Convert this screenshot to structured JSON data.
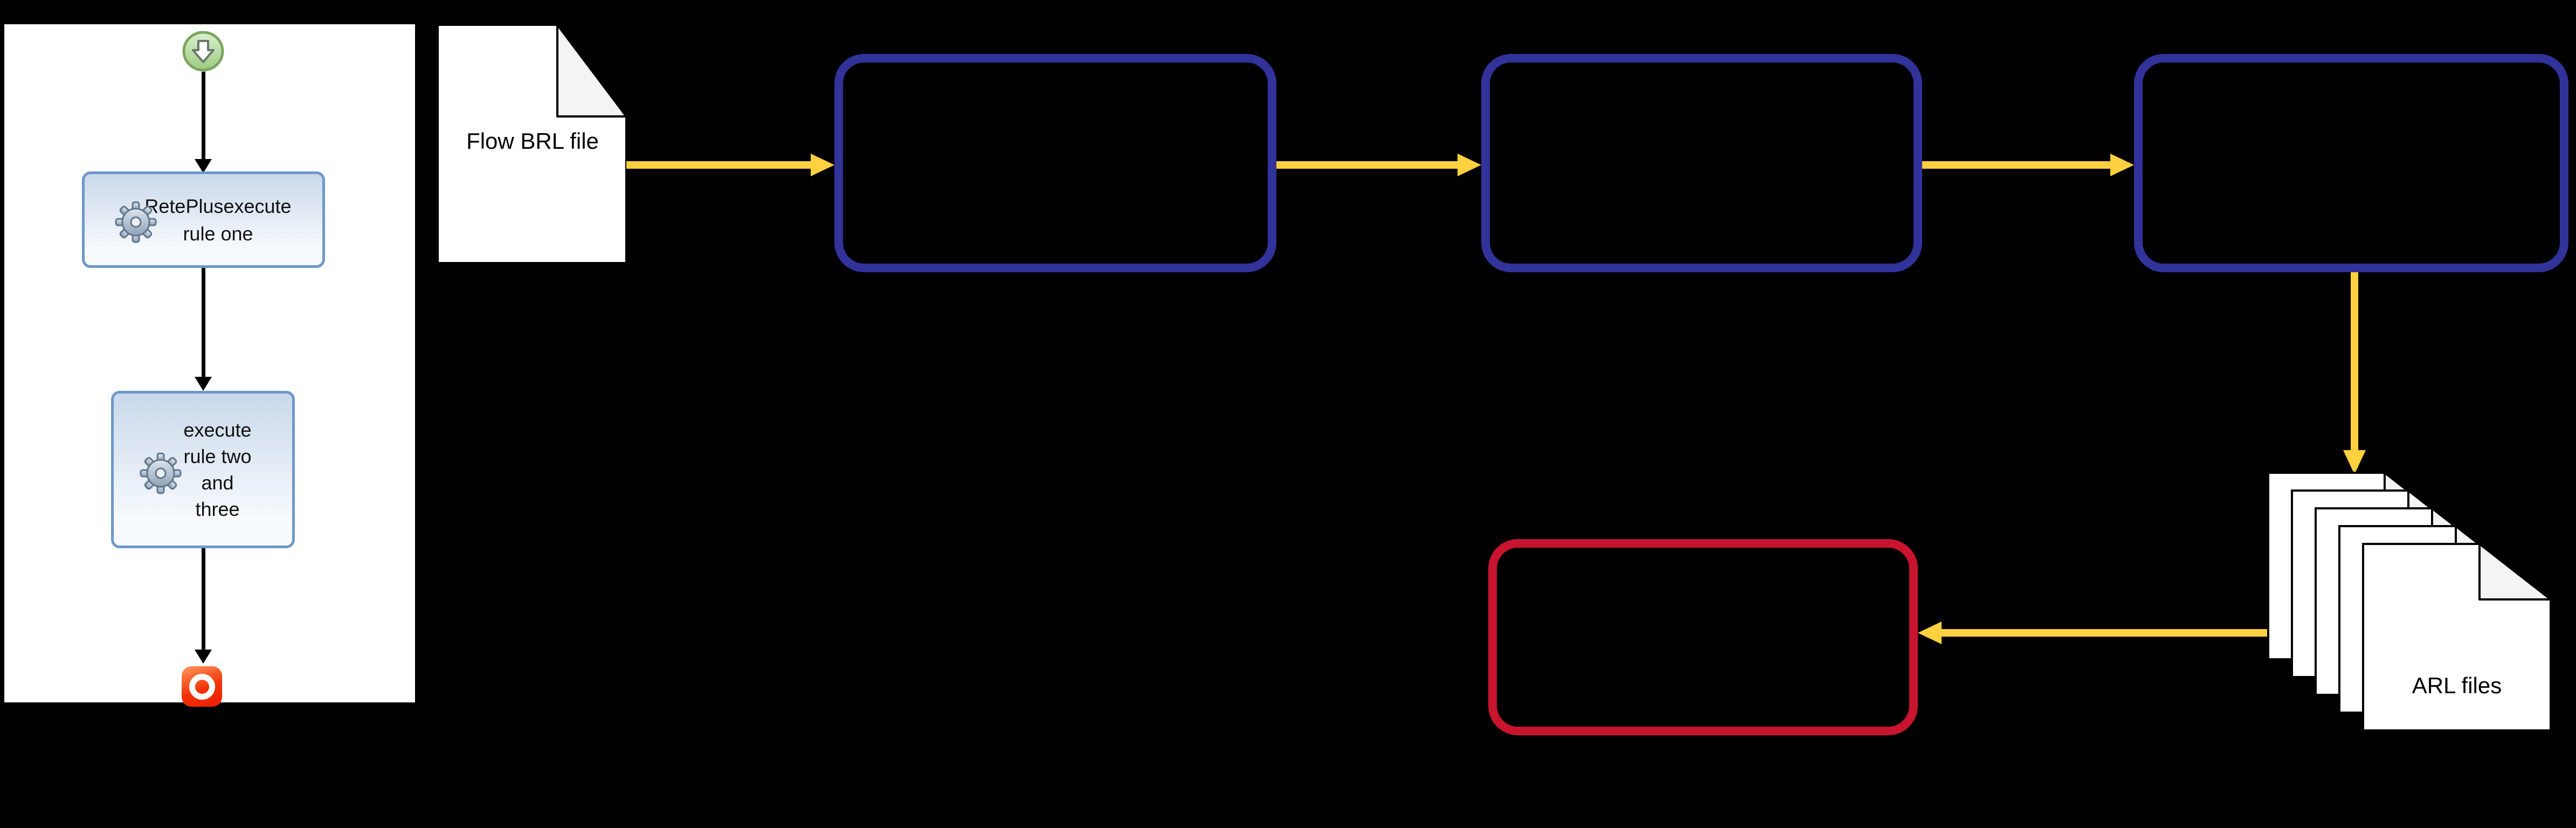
{
  "colors": {
    "background": "#000000",
    "panel": "#ffffff",
    "flow_box_border": "#32329b",
    "result_box_border": "#c8142f",
    "connector_yellow": "#ffd03f",
    "task_box_border": "#6e98c8",
    "task_box_fill_top": "#c9d8ea",
    "task_box_fill_bottom": "#f8fbfe",
    "document_fill": "#ffffff",
    "document_fold": "#f4f4f4"
  },
  "ruleflow_panel": {
    "tasks": [
      {
        "label": "RetePlusexecute rule one",
        "lines": [
          "RetePlusexecute",
          "rule one"
        ]
      },
      {
        "label": "execute rule two and three",
        "lines": [
          "execute",
          "rule two",
          "and",
          "three"
        ]
      }
    ],
    "icons": [
      "start-icon",
      "gear-icon",
      "stop-icon"
    ]
  },
  "brl_document": {
    "label": "Flow BRL file"
  },
  "arl_stack": {
    "label": "ARL files",
    "page_count": 5
  },
  "flow_steps": {
    "empty_process_box_count": 3,
    "empty_result_box_count": 1
  }
}
